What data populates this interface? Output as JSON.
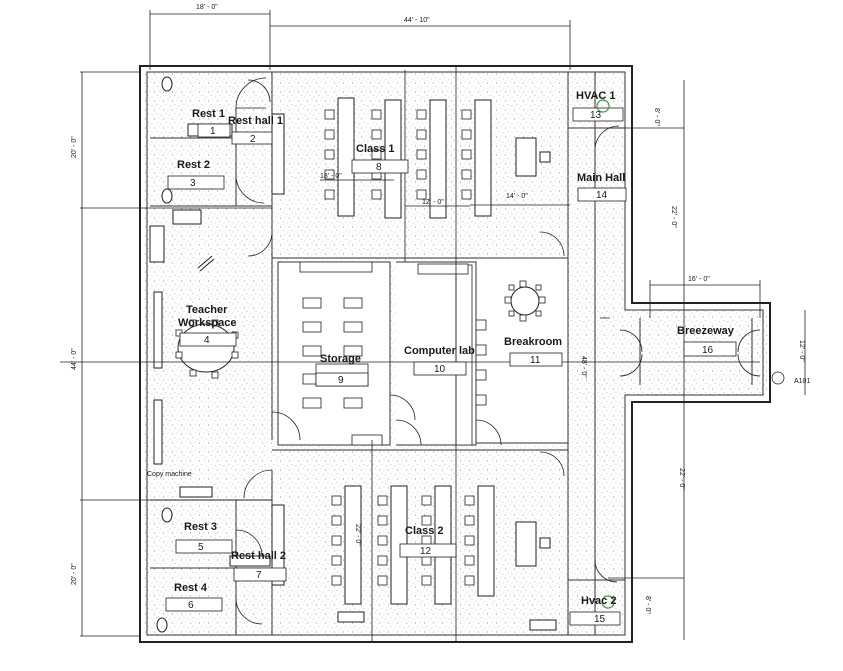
{
  "rooms": [
    {
      "id": "rest1",
      "name": "Rest 1",
      "tag": "1"
    },
    {
      "id": "resthall1",
      "name": "Rest hall 1",
      "tag": "2"
    },
    {
      "id": "rest2",
      "name": "Rest 2",
      "tag": "3"
    },
    {
      "id": "teacher",
      "name": "Teacher Workspace",
      "tag": "4"
    },
    {
      "id": "rest3",
      "name": "Rest 3",
      "tag": "5"
    },
    {
      "id": "rest4",
      "name": "Rest 4",
      "tag": "6"
    },
    {
      "id": "resthall2",
      "name": "Rest hall 2",
      "tag": "7"
    },
    {
      "id": "class1",
      "name": "Class 1",
      "tag": "8"
    },
    {
      "id": "storage",
      "name": "Storage",
      "tag": "9"
    },
    {
      "id": "computer",
      "name": "Computer lab",
      "tag": "10"
    },
    {
      "id": "breakroom",
      "name": "Breakroom",
      "tag": "11"
    },
    {
      "id": "class2",
      "name": "Class 2",
      "tag": "12"
    },
    {
      "id": "hvac1",
      "name": "HVAC 1",
      "tag": "13"
    },
    {
      "id": "mainhall",
      "name": "Main Hall",
      "tag": "14"
    },
    {
      "id": "hvac2",
      "name": "Hvac 2",
      "tag": "15"
    },
    {
      "id": "breezeway",
      "name": "Breezeway",
      "tag": "16"
    }
  ],
  "dimensions": {
    "top_left": "18' - 0\"",
    "top_main": "44' - 10\"",
    "class1_a": "18' - 0\"",
    "class1_b": "12' - 0\"",
    "class1_c": "14' - 0\"",
    "left_top": "20' - 0\"",
    "left_mid": "44' - 0\"",
    "left_bot": "20' - 0\"",
    "right_top": "8' - 0\"",
    "right_mid": "22' - 0\"",
    "right_low": "22' - 0\"",
    "right_bot": "8' - 0\"",
    "breezeway_w": "16' - 0\"",
    "breezeway_h": "12' - 0\"",
    "center_v": "48' - 0\"",
    "class2_v": "22' - 0\""
  },
  "notes": {
    "copy_machine": "Copy machine",
    "section_tag": "A101"
  }
}
